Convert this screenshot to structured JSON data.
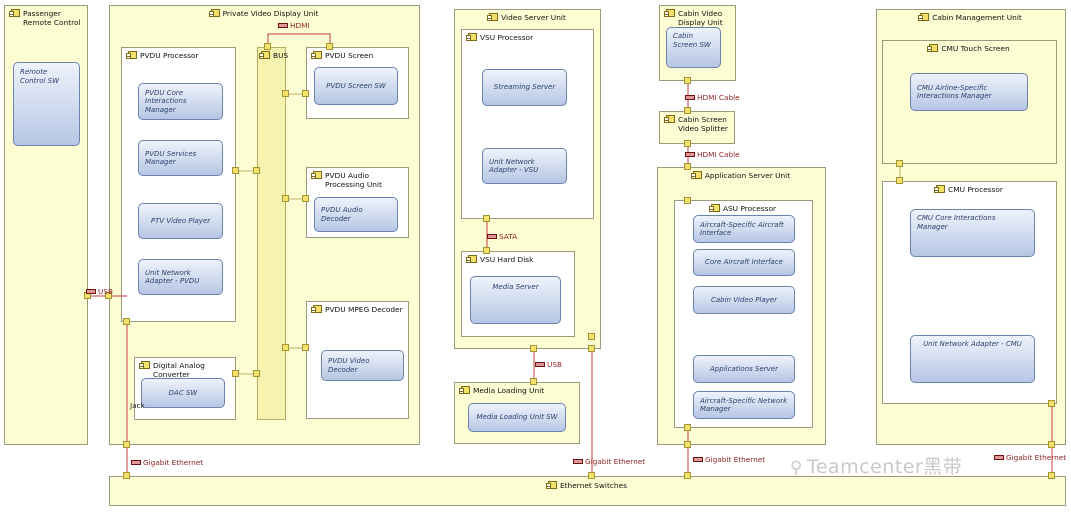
{
  "units": {
    "passenger_remote": {
      "title": "Passenger Remote Control",
      "sw": "Remote Control SW"
    },
    "pvdu_unit": {
      "title": "Private Video Display Unit"
    },
    "pvdu_processor": {
      "title": "PVDU Processor",
      "sw": [
        "PVDU Core Interactions Manager",
        "PVDU Services Manager",
        "PTV Video Player",
        "Unit Network Adapter - PVDU"
      ]
    },
    "pvdu_screen": {
      "title": "PVDU Screen",
      "sw": "PVDU Screen SW"
    },
    "pvdu_audio": {
      "title": "PVDU Audio Processing Unit",
      "sw": "PVDU Audio Decoder"
    },
    "pvdu_mpeg": {
      "title": "PVDU MPEG Decoder",
      "sw": "PVDU Video Decoder"
    },
    "dac": {
      "title": "Digital Analog Converter",
      "sw": "DAC SW"
    },
    "video_server": {
      "title": "Video Server Unit"
    },
    "vsu_processor": {
      "title": "VSU Processor",
      "sw": [
        "Streaming Server",
        "Unit Network Adapter - VSU"
      ]
    },
    "vsu_disk": {
      "title": "VSU Hard Disk",
      "sw": "Media Server"
    },
    "media_loading": {
      "title": "Media Loading Unit",
      "sw": "Media Loading Unit SW"
    },
    "cabin_video_display": {
      "title": "Cabin Video Display Unit",
      "sw": "Cabin Screen SW"
    },
    "cabin_splitter": {
      "title": "Cabin Screen Video Splitter"
    },
    "app_server": {
      "title": "Application Server Unit"
    },
    "asu_processor": {
      "title": "ASU Processor",
      "sw": [
        "Aircraft-Specific Aircraft Interface",
        "Core Aircraft Interface",
        "Cabin Video Player",
        "Applications Server",
        "Aircraft-Specific Network Manager"
      ]
    },
    "cmu": {
      "title": "Cabin Management Unit"
    },
    "cmu_touch": {
      "title": "CMU Touch Screen",
      "sw": "CMU Airline-Specific Interactions Manager"
    },
    "cmu_processor": {
      "title": "CMU Processor",
      "sw": [
        "CMU Core Interactions Manager",
        "Unit Network Adapter - CMU"
      ]
    },
    "ethernet_switches": {
      "title": "Ethernet Switches"
    }
  },
  "bus_label": "BUS",
  "connectors": {
    "hdmi": "HDMI",
    "usb_remote": "USB",
    "sata": "SATA",
    "usb_media": "USB",
    "hdmi_cable_1": "HDMI Cable",
    "hdmi_cable_2": "HDMI Cable",
    "gig_eth_pvdu": "Gigabit Ethernet",
    "gig_eth_vsu": "Gigabit Ethernet",
    "gig_eth_asu": "Gigabit Ethernet",
    "gig_eth_cmu": "Gigabit Ethernet"
  },
  "jack_label": "Jack",
  "watermark": "Teamcenter黑带",
  "colors": {
    "container": "#fdfdd4",
    "wire": "#c24040",
    "sw_top": "#eef3fb",
    "sw_bottom": "#b6c6e4"
  }
}
